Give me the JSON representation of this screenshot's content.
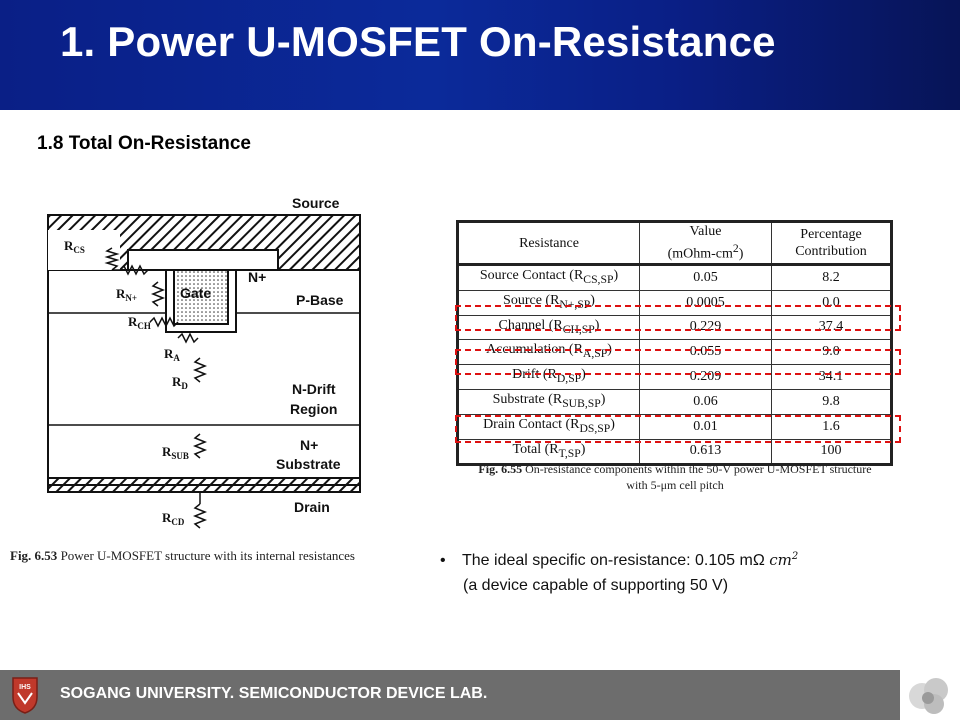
{
  "header": {
    "title": "1. Power U-MOSFET On-Resistance"
  },
  "subtitle": "1.8 Total On-Resistance",
  "diagram": {
    "labels": {
      "source": "Source",
      "gate": "Gate",
      "n_plus": "N+",
      "p_base": "P-Base",
      "n_drift_1": "N-Drift",
      "n_drift_2": "Region",
      "n_plus_sub": "N+",
      "substrate": "Substrate",
      "drain": "Drain"
    },
    "resistors": {
      "rcs": "R",
      "rcs_sub": "CS",
      "rn": "R",
      "rn_sub": "N+",
      "rch": "R",
      "rch_sub": "CH",
      "ra": "R",
      "ra_sub": "A",
      "rd": "R",
      "rd_sub": "D",
      "rsub": "R",
      "rsub_sub": "SUB",
      "rcd": "R",
      "rcd_sub": "CD"
    },
    "caption_bold": "Fig. 6.53",
    "caption": " Power U-MOSFET structure with its internal resistances"
  },
  "table": {
    "headers": {
      "resistance": "Resistance",
      "value_1": "Value",
      "value_2": "(mOhm-cm",
      "value_sup": "2",
      "value_3": ")",
      "pct_1": "Percentage",
      "pct_2": "Contribution"
    },
    "rows": [
      {
        "name": "Source Contact (R",
        "sub": "CS,SP",
        "close": ")",
        "value": "0.05",
        "pct": "8.2"
      },
      {
        "name": "Source (R",
        "sub": "N+,SP",
        "close": ")",
        "value": "0.0005",
        "pct": "0.0"
      },
      {
        "name": "Channel (R",
        "sub": "CH,SP",
        "close": ")",
        "value": "0.229",
        "pct": "37.4"
      },
      {
        "name": "Accumulation (R",
        "sub": "A,SP",
        "close": ")",
        "value": "0.055",
        "pct": "9.0"
      },
      {
        "name": "Drift (R",
        "sub": "D,SP",
        "close": ")",
        "value": "0.209",
        "pct": "34.1"
      },
      {
        "name": "Substrate (R",
        "sub": "SUB,SP",
        "close": ")",
        "value": "0.06",
        "pct": "9.8"
      },
      {
        "name": "Drain Contact (R",
        "sub": "DS,SP",
        "close": ")",
        "value": "0.01",
        "pct": "1.6"
      },
      {
        "name": "Total (R",
        "sub": "T,SP",
        "close": ")",
        "value": "0.613",
        "pct": "100"
      }
    ],
    "caption_bold": "Fig. 6.55",
    "caption_1": " On-resistance components within the 50-V power U-MOSFET structure",
    "caption_2": "with 5-μm cell pitch"
  },
  "bullet": {
    "dot": "•",
    "text": "The ideal specific on-resistance: 0.105 mΩ ",
    "unit": "cm",
    "unit_sup": "2",
    "line2": "(a device capable of supporting 50 V)"
  },
  "footer": {
    "text": "SOGANG UNIVERSITY. SEMICONDUCTOR DEVICE LAB.",
    "logo_text": "IHS"
  },
  "colors": {
    "header_blue": "#0a1f86",
    "footer_gray": "#6d6d6d",
    "highlight_red": "#d11111"
  }
}
